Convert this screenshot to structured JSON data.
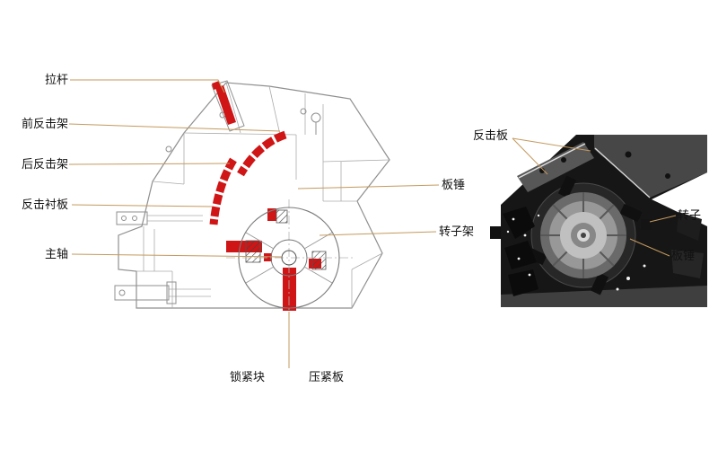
{
  "figure": {
    "description": "impact crusher structure diagram with schematic and interior photo"
  },
  "left_diagram": {
    "labels": [
      {
        "id": "tie-rod",
        "text": "拉杆"
      },
      {
        "id": "front-impact-frame",
        "text": "前反击架"
      },
      {
        "id": "rear-impact-frame",
        "text": "后反击架"
      },
      {
        "id": "impact-liner-plate",
        "text": "反击衬板"
      },
      {
        "id": "main-shaft",
        "text": "主轴"
      },
      {
        "id": "blow-bar",
        "text": "板锤"
      },
      {
        "id": "rotor-frame",
        "text": "转子架"
      },
      {
        "id": "locking-block",
        "text": "锁紧块"
      },
      {
        "id": "pressing-plate",
        "text": "压紧板"
      }
    ]
  },
  "right_photo": {
    "labels": [
      {
        "id": "impact-plate",
        "text": "反击板"
      },
      {
        "id": "rotor",
        "text": "转子"
      },
      {
        "id": "blow-bar",
        "text": "板锤"
      }
    ]
  },
  "colors": {
    "highlight_red": "#cf1515",
    "leader_line": "#c49a5e",
    "outline_gray": "#8f8f8f",
    "photo_dark": "#161616"
  }
}
